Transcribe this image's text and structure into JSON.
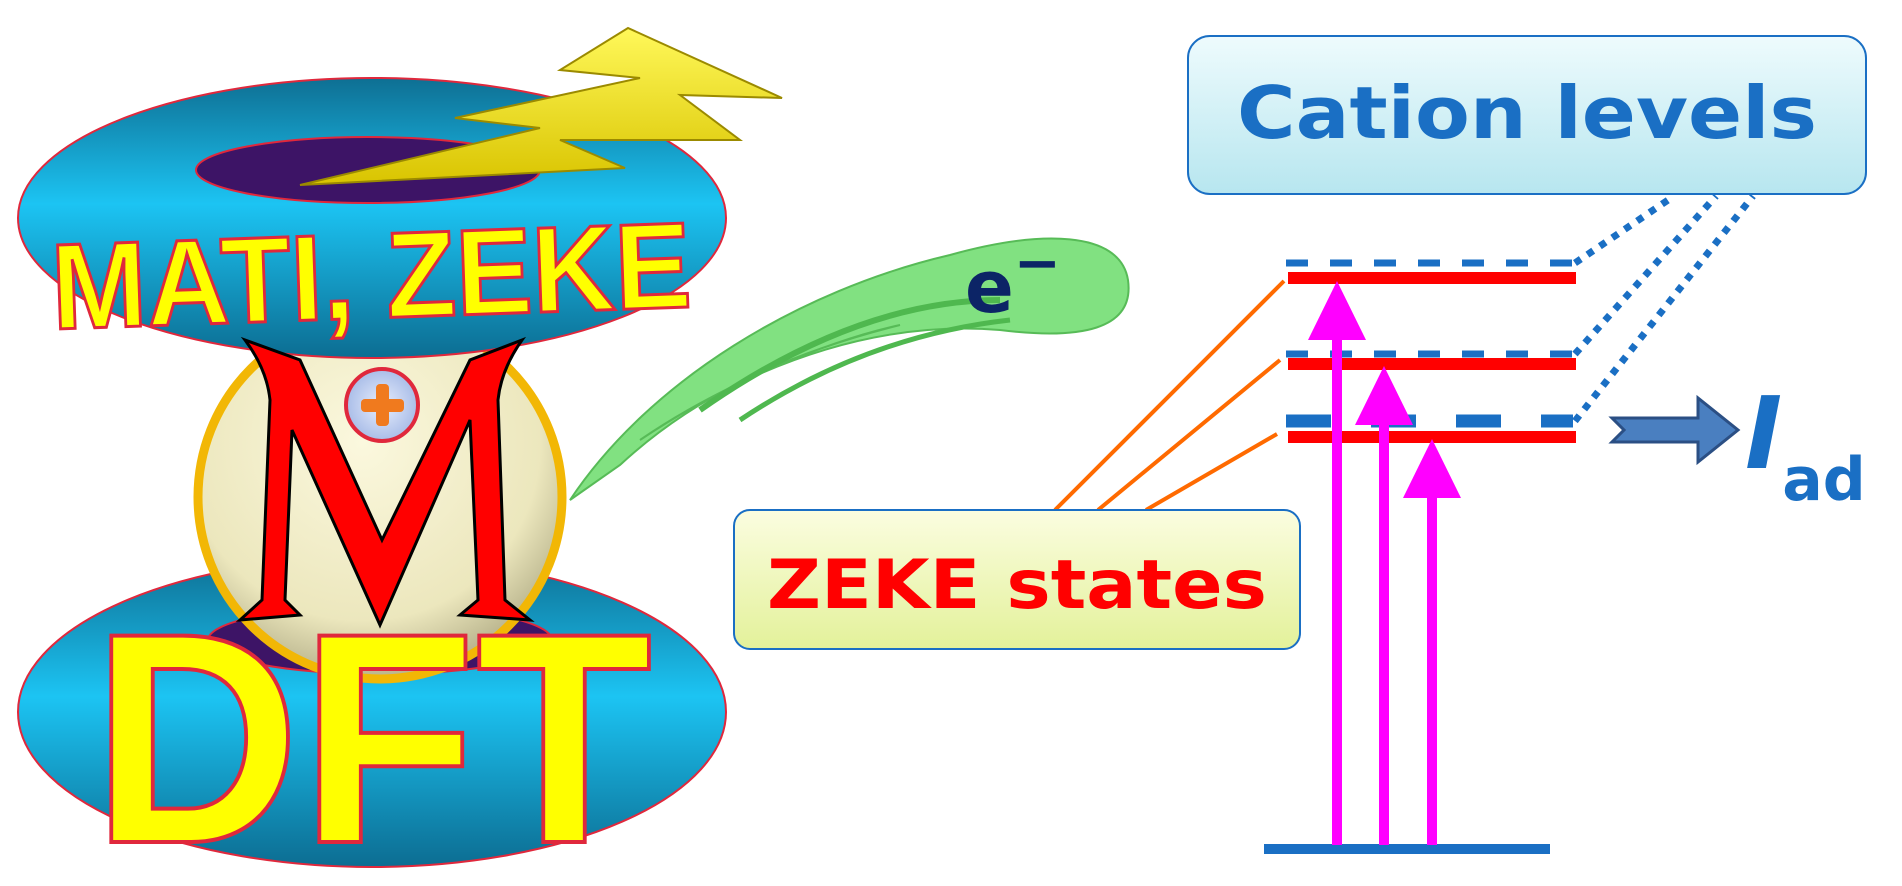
{
  "logo": {
    "top_ring_text": "MATI, ZEKE",
    "bottom_ring_text": "DFT",
    "center_letter": "M",
    "center_symbol": "+"
  },
  "electron": {
    "label": "e",
    "charge": "−"
  },
  "cation_box": {
    "label": "Cation levels"
  },
  "zeke_box": {
    "label": "ZEKE states"
  },
  "ionization": {
    "symbol": "I",
    "subscript": "ad"
  },
  "colors": {
    "ring": "#19b7e6",
    "logo_text": "#ffff00",
    "cation_line": "#1a6fc4",
    "zeke_line": "#ff0000",
    "excitation_arrow": "#ff00ff",
    "connector": "#ff6a00",
    "electron": "#7be07b"
  }
}
